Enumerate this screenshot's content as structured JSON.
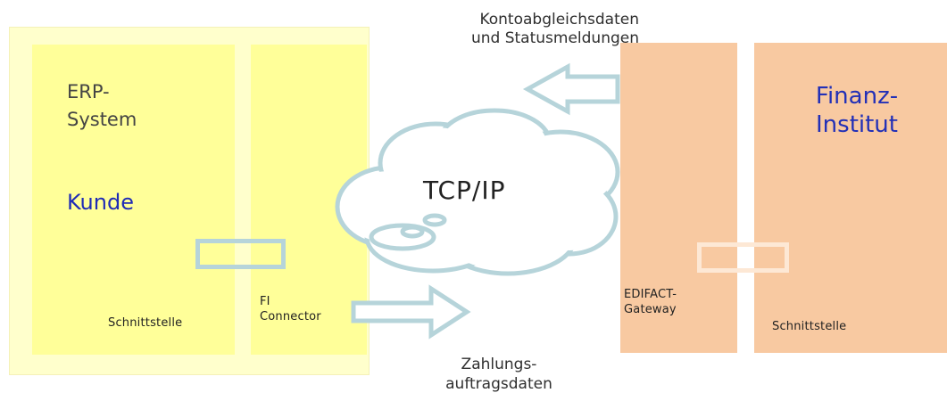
{
  "customer": {
    "erp_label": "ERP-\nSystem",
    "name": "Kunde",
    "interface_label": "Schnittstelle",
    "connector_label": "FI\nConnector"
  },
  "bank": {
    "name": "Finanz-\nInstitut",
    "gateway_label": "EDIFACT-\nGateway",
    "interface_label": "Schnittstelle"
  },
  "network": {
    "protocol_label": "TCP/IP"
  },
  "flows": {
    "incoming_label": "Kontoabgleichsdaten\nund Statusmeldungen",
    "outgoing_label": "Zahlungs-\nauftragsdaten"
  },
  "colors": {
    "customer_fill": "#ffff99",
    "customer_frame": "#ffffcc",
    "bank_fill": "#f8c9a1",
    "arrow_outline": "#b6d4da",
    "cloud_fill": "#ffffff",
    "cloud_outline": "#b6d4da",
    "label_blue": "#1e2bb6"
  }
}
